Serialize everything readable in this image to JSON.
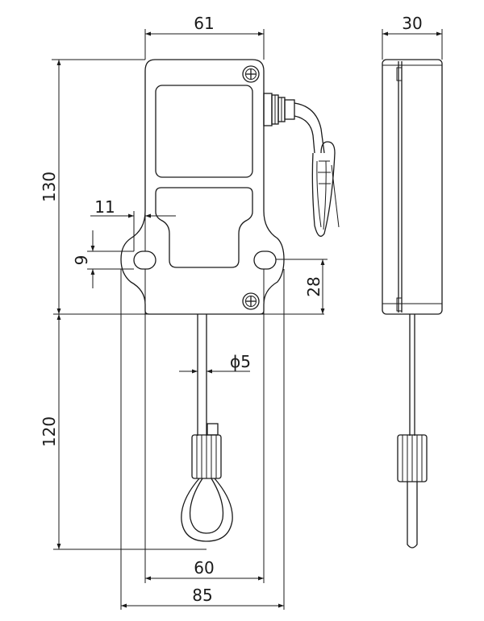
{
  "dimensions": {
    "front_width": "61",
    "side_width": "30",
    "overall_height": "130",
    "hole_offset": "11",
    "hole_diameter": "9",
    "hole_height": "28",
    "cable_diameter": "ϕ5",
    "cable_length": "120",
    "hole_spacing": "60",
    "flange_width": "85"
  },
  "colors": {
    "ink": "#1a1a1a",
    "background": "#ffffff"
  }
}
